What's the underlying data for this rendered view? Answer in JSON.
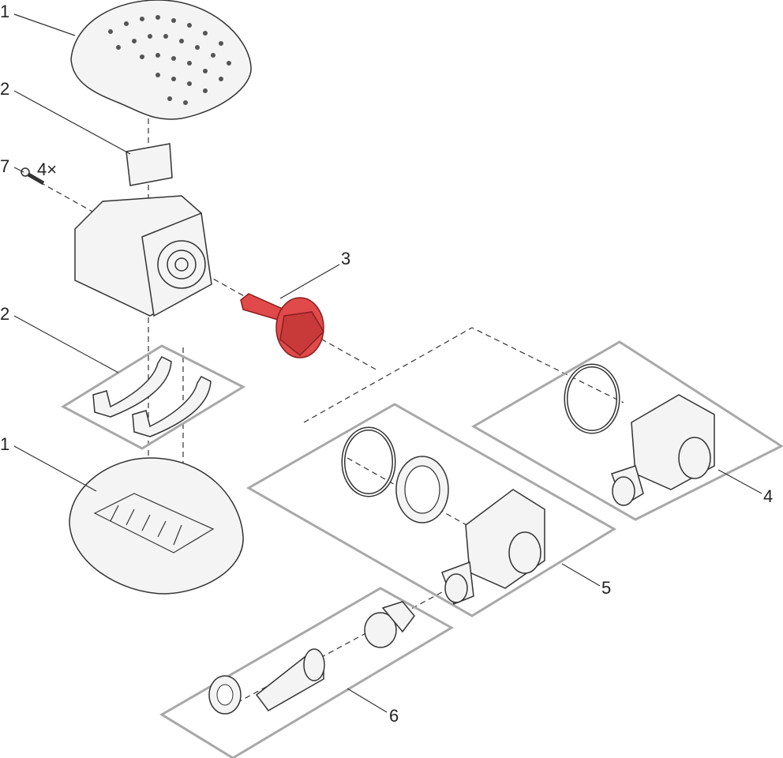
{
  "diagram": {
    "type": "exploded-parts-view",
    "highlight_color": "#e04a4a",
    "labels": {
      "top_cover": "1",
      "top_pad": "2",
      "screw": "7",
      "screw_qty": "4×",
      "impeller": "3",
      "lower_pads": "2",
      "bottom_housing": "1",
      "outlet_kit_4": "4",
      "outlet_kit_5": "5",
      "hose_kit_6": "6"
    }
  }
}
